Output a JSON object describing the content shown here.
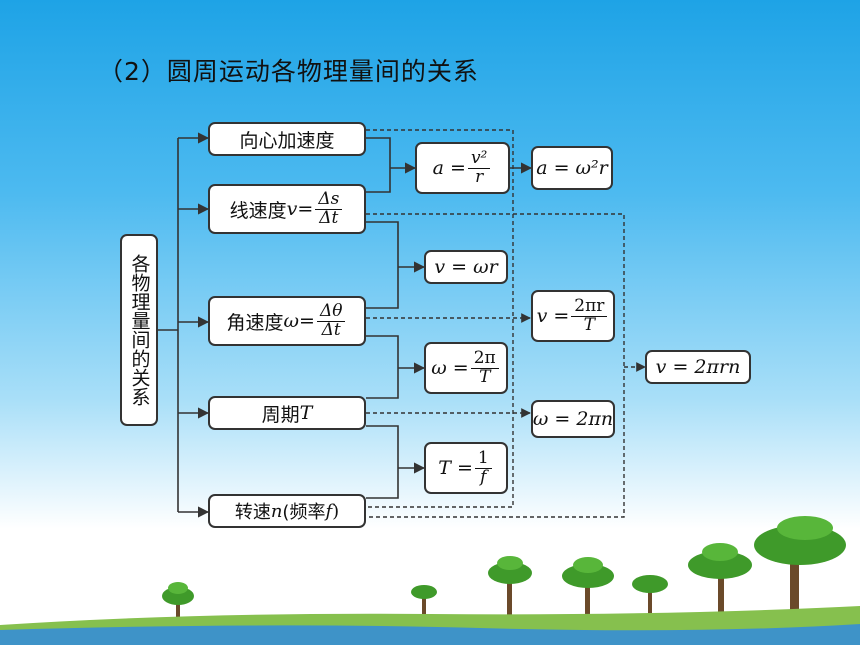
{
  "heading": "（2）圆周运动各物理量间的关系",
  "root": "各物理量间的关系",
  "nodes": {
    "accel_label": "向心加速度",
    "linear_label": "线速度",
    "angular_label": "角速度",
    "period_label": "周期",
    "period_sym": "T",
    "speed_label": "转速",
    "speed_sym": "n",
    "freq_open": "(频率",
    "freq_sym": "f",
    "freq_close": ")"
  },
  "formulas": {
    "a_v2_r": {
      "lhs": "a",
      "num": "v²",
      "den": "r"
    },
    "a_w2r": "a = ω²r",
    "v_wr": "v = ωr",
    "w_2pi_T": {
      "lhs": "ω",
      "num": "2π",
      "den": "T"
    },
    "T_1_f": {
      "lhs": "T",
      "num": "1",
      "den": "f"
    },
    "v_2pir_T": {
      "lhs": "v",
      "num": "2πr",
      "den": "T"
    },
    "w_2pin": "ω = 2πn",
    "v_2pirn": "v = 2πrn",
    "v_ds_dt": {
      "lhs": "v",
      "num": "Δs",
      "den": "Δt"
    },
    "w_dth_dt": {
      "lhs": "ω",
      "num": "Δθ",
      "den": "Δt"
    }
  },
  "colors": {
    "sky_top": "#1ea3e6",
    "line": "#333333",
    "box": "#ffffff"
  }
}
